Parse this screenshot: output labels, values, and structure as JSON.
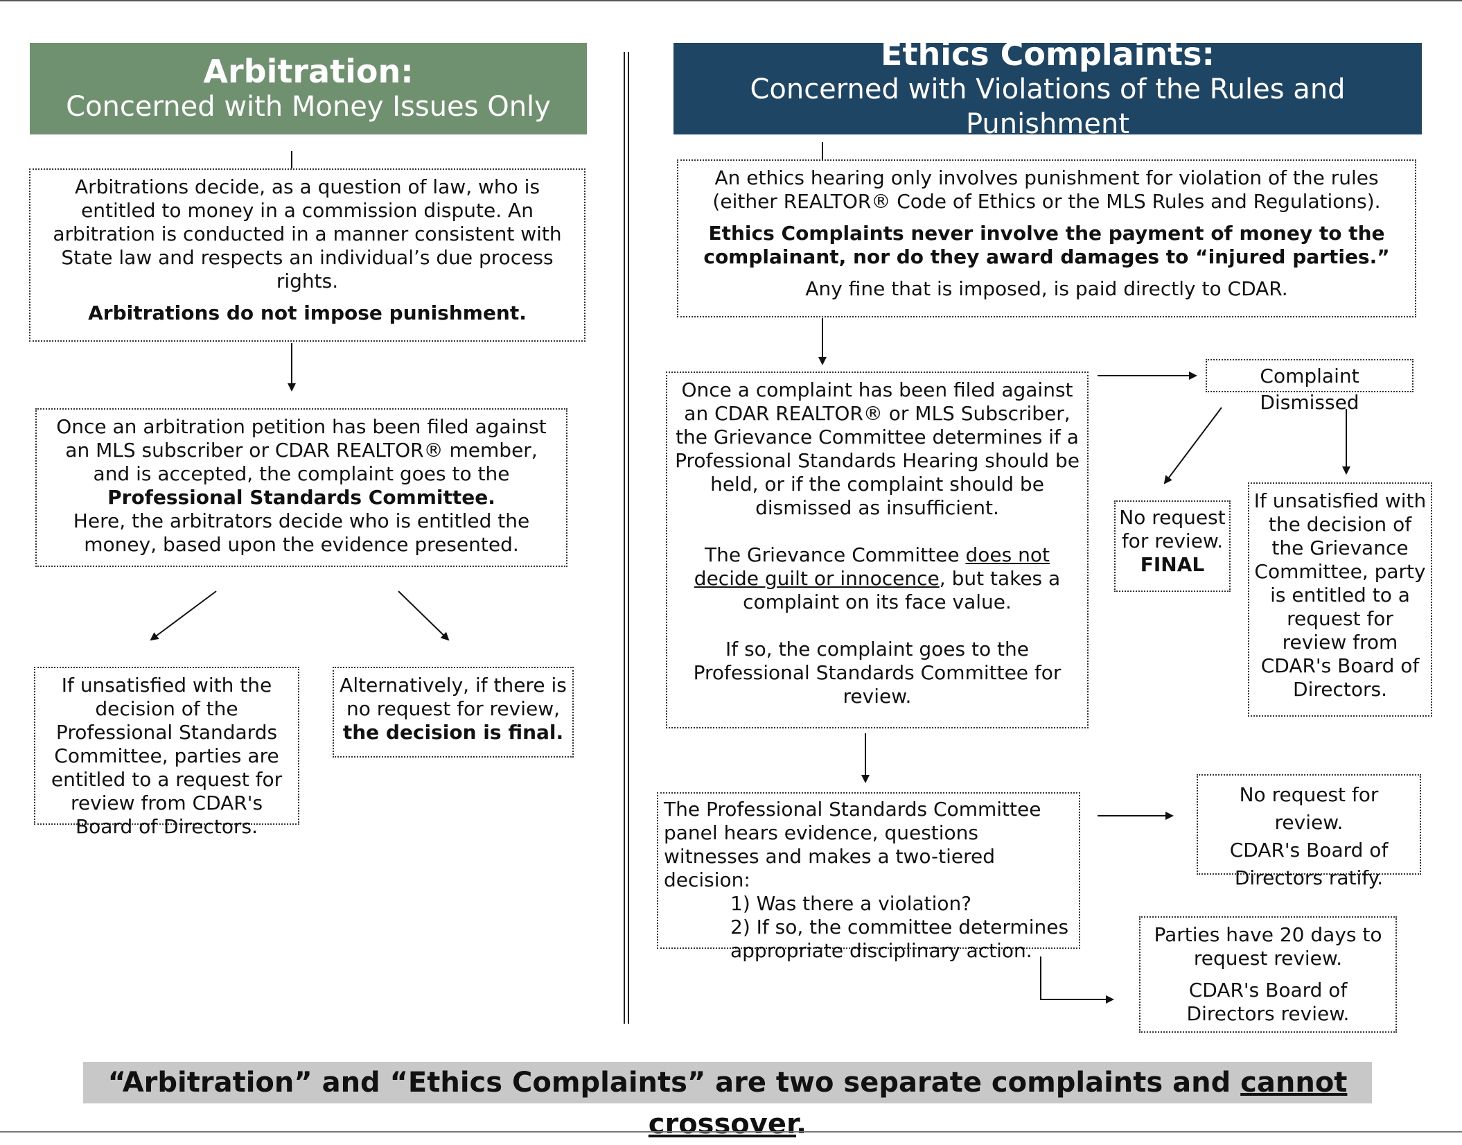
{
  "arbitration": {
    "title": "Arbitration:",
    "subtitle": "Concerned with Money Issues Only",
    "box1": {
      "text": "Arbitrations decide, as a question of law, who is entitled to money in a commission dispute. An arbitration is conducted in a manner consistent with State law and respects an individual’s due process rights.",
      "bold": "Arbitrations do not impose punishment."
    },
    "box2": {
      "text1": "Once an arbitration petition has been filed against an MLS subscriber or CDAR REALTOR® member, and is accepted, the complaint goes to the",
      "bold": "Professional Standards Committee.",
      "text2": "Here, the arbitrators decide who is entitled the money, based upon the evidence presented."
    },
    "box3": {
      "text": "If unsatisfied with the decision of the Professional Standards Committee, parties are entitled to a request for review from CDAR's Board of Directors."
    },
    "box4": {
      "text": "Alternatively, if there is no request for review,",
      "bold": "the decision is final."
    }
  },
  "ethics": {
    "title": "Ethics Complaints:",
    "subtitle": "Concerned with Violations of the Rules and Punishment",
    "box1": {
      "text1": "An ethics hearing only involves punishment for violation of the rules (either REALTOR® Code of Ethics or the MLS Rules and Regulations).",
      "bold": "Ethics Complaints never involve the payment of money to the complainant, nor do they award damages to “injured parties.”",
      "text2": "Any fine that is imposed, is paid directly to CDAR."
    },
    "box2": {
      "para1": "Once a complaint has been filed against an CDAR REALTOR® or MLS Subscriber, the Grievance Committee determines if a Professional Standards Hearing should be held, or if the complaint should be dismissed as insufficient.",
      "para2_pre": "The Grievance Committee ",
      "para2_underline": "does not decide guilt or innocence",
      "para2_post": ", but takes a complaint on its face value.",
      "para3": "If so, the complaint goes to the Professional Standards Committee for review."
    },
    "dismissed": "Complaint Dismissed",
    "final_box": {
      "text": "No request for review.",
      "bold": "FINAL"
    },
    "grievance_review": {
      "text": "If unsatisfied with the decision of the Grievance Committee, party is entitled to a request for review from CDAR's Board of Directors."
    },
    "psc_box": {
      "intro": "The Professional Standards Committee panel hears evidence, questions witnesses and makes a two-tiered decision:",
      "item1": "1) Was there a violation?",
      "item2": "2) If so, the committee determines appropriate disciplinary action."
    },
    "ratify_box": {
      "line1": "No request for review.",
      "line2": "CDAR's Board of Directors ratify."
    },
    "days_box": {
      "line1": "Parties have 20 days to request review.",
      "line2": "CDAR's Board of Directors review."
    }
  },
  "footer": {
    "pre": "“Arbitration” and “Ethics Complaints” are two separate complaints and ",
    "underline": "cannot crossover",
    "post": "."
  }
}
